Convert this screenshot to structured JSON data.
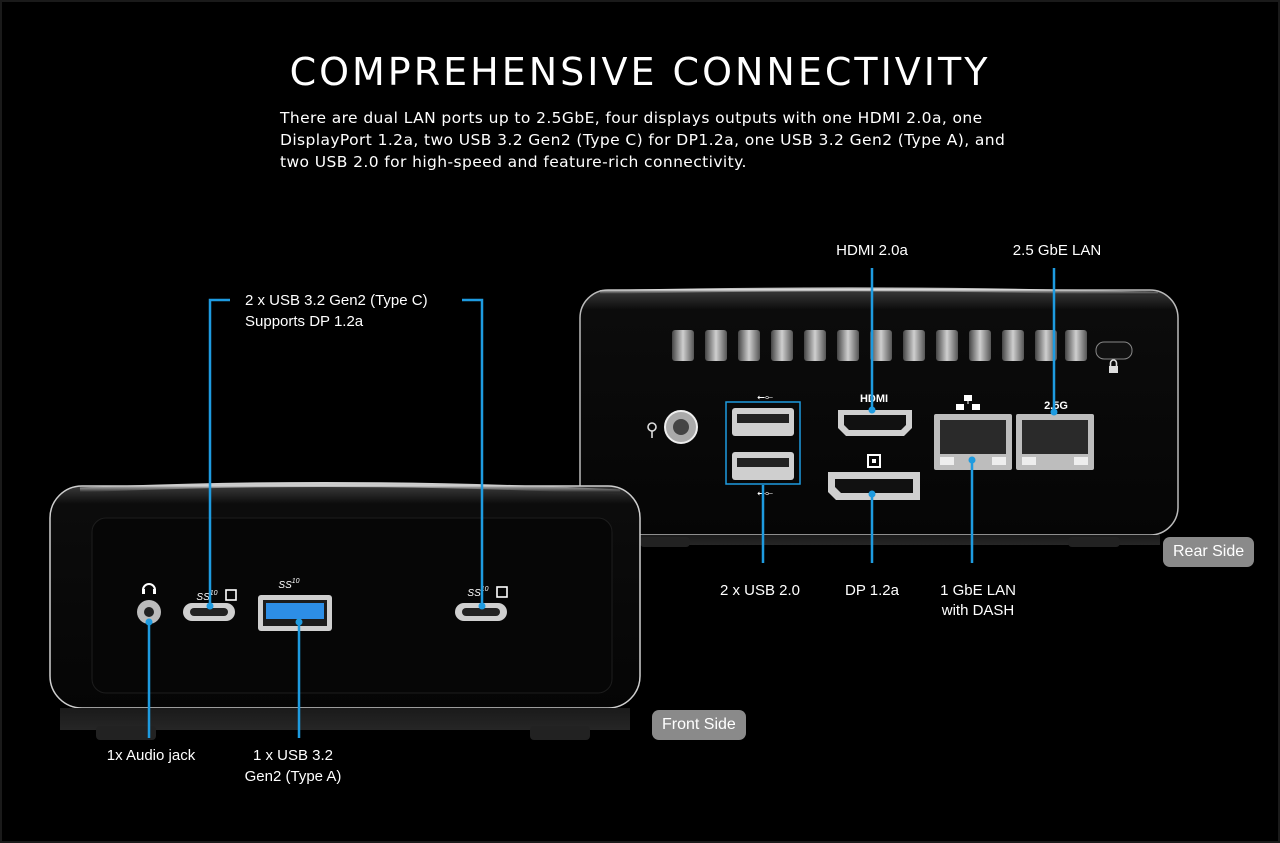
{
  "heading": "COMPREHENSIVE CONNECTIVITY",
  "description": "There are dual LAN ports up to 2.5GbE, four displays outputs with one HDMI 2.0a, one DisplayPort 1.2a, two USB 3.2 Gen2 (Type C) for DP1.2a, one USB 3.2 Gen2 (Type A), and two USB 2.0 for high-speed and feature-rich connectivity.",
  "front": {
    "badge": "Front Side",
    "labels": {
      "usb_c": [
        "2 x USB 3.2 Gen2 (Type C)",
        "Supports DP 1.2a"
      ],
      "audio": "1x Audio jack",
      "usb_a": [
        "1 x USB 3.2",
        "Gen2 (Type A)"
      ]
    },
    "port_marks": {
      "ss": "SS",
      "ten": "10"
    }
  },
  "rear": {
    "badge": "Rear Side",
    "labels": {
      "hdmi": "HDMI 2.0a",
      "lan25": "2.5 GbE LAN",
      "usb2": "2 x USB 2.0",
      "dp": "DP 1.2a",
      "lan1": [
        "1 GbE LAN",
        "with DASH"
      ]
    },
    "port_marks": {
      "hdmi": "HDMI",
      "lan25": "2.5G"
    }
  },
  "colors": {
    "background": "#000000",
    "callout": "#1e9be0",
    "badge": "#8a8a8a",
    "text": "#ffffff"
  },
  "icons": [
    "headphone-icon",
    "ground-icon",
    "lock-icon",
    "usb-icon",
    "network-icon",
    "displayport-icon"
  ]
}
